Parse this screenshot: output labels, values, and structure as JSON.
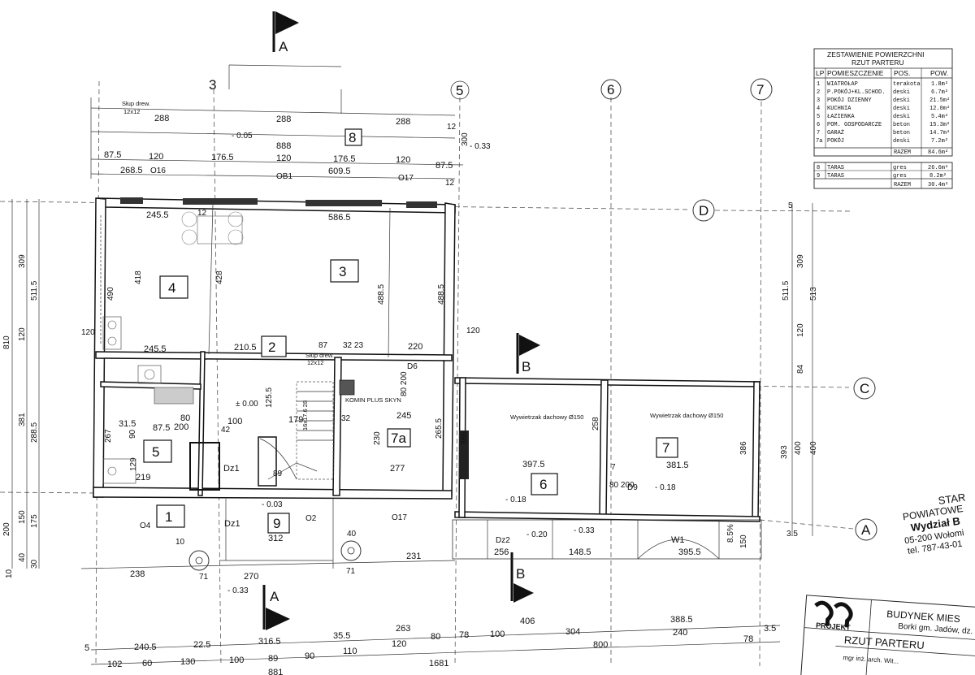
{
  "sections": {
    "a": "A",
    "b": "B"
  },
  "axes": {
    "c3": "3",
    "c5": "5",
    "c6": "6",
    "c7": "7",
    "rD": "D",
    "rC": "C",
    "rA": "A"
  },
  "rooms": {
    "r1": "1",
    "r2": "2",
    "r3": "3",
    "r4": "4",
    "r5": "5",
    "r6": "6",
    "r7": "7",
    "r7a": "7a",
    "r8": "8",
    "r9": "9"
  },
  "top_dims": {
    "d288a": "288",
    "d288b": "288",
    "d288c": "288",
    "d888": "888",
    "d875a": "87.5",
    "d120a": "120",
    "d1765a": "176.5",
    "d120b": "120",
    "d1765b": "176.5",
    "d120c": "120",
    "d875b": "87.5",
    "d2685": "268.5",
    "d6095": "609.5",
    "d12a": "12",
    "d12b": "12",
    "d300": "300",
    "lvl005": "- 0.05",
    "lvl033": "- 0.33",
    "o16": "O16",
    "ob1": "OB1",
    "o17": "O17"
  },
  "inner_dims": {
    "d2455a": "245.5",
    "d5865": "586.5",
    "d490": "490",
    "d418": "418",
    "d428": "428",
    "d4885a": "488.5",
    "d4885b": "488.5",
    "d2455b": "245.5",
    "d2105": "210.5",
    "d87": "87",
    "d3223": "32 23",
    "d220": "220",
    "d12x12": "12x12",
    "slup1": "Słup drew.",
    "slup2": "Słup drew.",
    "d6": "D6",
    "d80200a": "80\n200",
    "d100": "100",
    "lvl000": "± 0.00",
    "d1255": "125.5",
    "d179": "179",
    "d32": "32",
    "d245": "245",
    "d2655": "265.5",
    "d230": "230",
    "d315": "31.5",
    "d875c": "87.5",
    "d80": "80",
    "d200": "200",
    "d42": "42",
    "d267": "267",
    "d90": "90",
    "d129": "129",
    "d219": "219",
    "d277": "277",
    "dz1a": "Dz1",
    "dz1b": "Dz1",
    "d89": "89",
    "lvl003": "- 0.03",
    "o4": "O4",
    "o2": "O2",
    "o17b": "O17",
    "d312": "312",
    "d238": "238",
    "d71a": "71",
    "d270": "270",
    "d71b": "71",
    "d231": "231",
    "d40": "40",
    "d10": "10",
    "lvl033b": "- 0.33",
    "d120d": "120",
    "d120e": "120",
    "komin": "KOMIN PLUS SKYN",
    "schody": "16x17.6\n28"
  },
  "right_dims": {
    "wyw1": "Wywietrzak\ndachowy Ø150",
    "wyw2": "Wywietrzak\ndachowy Ø150",
    "d3975": "397.5",
    "d3815": "381.5",
    "d258": "258",
    "d386a": "386",
    "d386b": "386",
    "lvl018a": "- 0.18",
    "lvl018b": "- 0.18",
    "d9": "D9",
    "d80200b": "80\n200",
    "lvl020": "- 0.20",
    "lvl033c": "- 0.33",
    "dz2": "Dz2",
    "d256": "256",
    "d1485": "148.5",
    "d3955": "395.5",
    "w1": "W1",
    "d85": "8.5%",
    "d150": "150",
    "d7": "7",
    "side5115": "511.5",
    "side513": "513",
    "side393": "393",
    "side400a": "400",
    "side400b": "400",
    "side309": "309",
    "side120": "120",
    "side84": "84",
    "side35": "3.5",
    "side5": "5"
  },
  "left_dims": {
    "l810": "810",
    "l5115": "511.5",
    "l309": "309",
    "l120": "120",
    "l381": "381",
    "l2885": "288.5",
    "l200": "200",
    "l150": "150",
    "l175": "175",
    "l40": "40",
    "l30": "30",
    "l10": "10"
  },
  "bottom_dims": {
    "b5": "5",
    "b2405": "240.5",
    "b225": "22.5",
    "b3165": "316.5",
    "b355": "35.5",
    "b263": "263",
    "b80": "80",
    "b78": "78",
    "b100": "100",
    "b304": "304",
    "b406": "406",
    "b3885": "388.5",
    "b240": "240",
    "b78b": "78",
    "b35": "3.5",
    "b800": "800",
    "b102": "102",
    "b60": "60",
    "b130": "130",
    "b100b": "100",
    "b89": "89",
    "b90": "90",
    "b110": "110",
    "b120": "120",
    "b1681": "1681",
    "b881": "881"
  },
  "table": {
    "title1": "ZESTAWIENIE POWIERZCHNI",
    "title2": "RZUT PARTERU",
    "head": [
      "LP",
      "POMIESZCZENIE",
      "POS.",
      "POW."
    ],
    "rows": [
      [
        "1",
        "WIATROŁAP",
        "terakota",
        "1.8m²"
      ],
      [
        "2",
        "P.POKÓJ+KL.SCHOD.",
        "deski",
        "6.7m²"
      ],
      [
        "3",
        "POKÓJ DZIENNY",
        "deski",
        "21.5m²"
      ],
      [
        "4",
        "KUCHNIA",
        "deski",
        "12.0m²"
      ],
      [
        "5",
        "ŁAZIENKA",
        "deski",
        "5.4m²"
      ],
      [
        "6",
        "POM. GOSPODARCZE",
        "beton",
        "15.3m²"
      ],
      [
        "7",
        "GARAŻ",
        "beton",
        "14.7m²"
      ],
      [
        "7a",
        "POKÓJ",
        "deski",
        "7.2m²"
      ]
    ],
    "sum1": [
      "RAZEM",
      "84.6m²"
    ],
    "rows2": [
      [
        "8",
        "TARAS",
        "gres",
        "26.6m²"
      ],
      [
        "9",
        "TARAS",
        "gres",
        "8.2m²"
      ]
    ],
    "sum2": [
      "RAZEM",
      "30.4m²"
    ]
  },
  "stamp": {
    "st1": "STAR",
    "st2": "POWIATOWE",
    "st3": "Wydział B",
    "st4": "05-200 Wołomi",
    "st5": "tel. 787-43-01"
  },
  "titleblock": {
    "logo": "PROJEKT",
    "building": "BUDYNEK MIES",
    "location": "Borki gm. Jadów, dz.",
    "drawing": "RZUT PARTERU",
    "author": "mgr inż. arch. Wit..."
  }
}
